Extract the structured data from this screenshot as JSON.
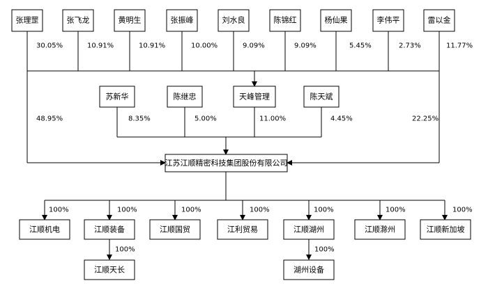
{
  "shareholders_top": [
    {
      "name": "张理罡",
      "pct": "30.05%"
    },
    {
      "name": "张飞龙",
      "pct": "10.91%"
    },
    {
      "name": "黄明生",
      "pct": "10.91%"
    },
    {
      "name": "张振峰",
      "pct": "10.00%"
    },
    {
      "name": "刘水良",
      "pct": "9.09%"
    },
    {
      "name": "陈锦红",
      "pct": "9.09%"
    },
    {
      "name": "杨仙果",
      "pct": "5.45%"
    },
    {
      "name": "李伟平",
      "pct": "2.73%"
    },
    {
      "name": "雷以金",
      "pct": "11.77%"
    }
  ],
  "shareholders_mid": [
    {
      "name": "苏新华",
      "pct": "8.35%"
    },
    {
      "name": "陈继忠",
      "pct": "5.00%"
    },
    {
      "name": "天峰管理",
      "pct": "11.00%"
    },
    {
      "name": "陈天斌",
      "pct": "4.45%"
    }
  ],
  "side_pcts": {
    "left": "48.95%",
    "right": "22.25%"
  },
  "company": "江苏江顺精密科技集团股份有限公司",
  "subsidiaries": [
    {
      "name": "江顺机电",
      "pct": "100%"
    },
    {
      "name": "江顺装备",
      "pct": "100%"
    },
    {
      "name": "江顺国贸",
      "pct": "100%"
    },
    {
      "name": "江利贸易",
      "pct": "100%"
    },
    {
      "name": "江顺湖州",
      "pct": "100%"
    },
    {
      "name": "江顺滁州",
      "pct": "100%"
    },
    {
      "name": "江顺新加坡",
      "pct": "100%"
    }
  ],
  "grand_subsidiaries": [
    {
      "name": "江顺天长",
      "pct": "100%"
    },
    {
      "name": "湖州设备",
      "pct": "100%"
    }
  ]
}
